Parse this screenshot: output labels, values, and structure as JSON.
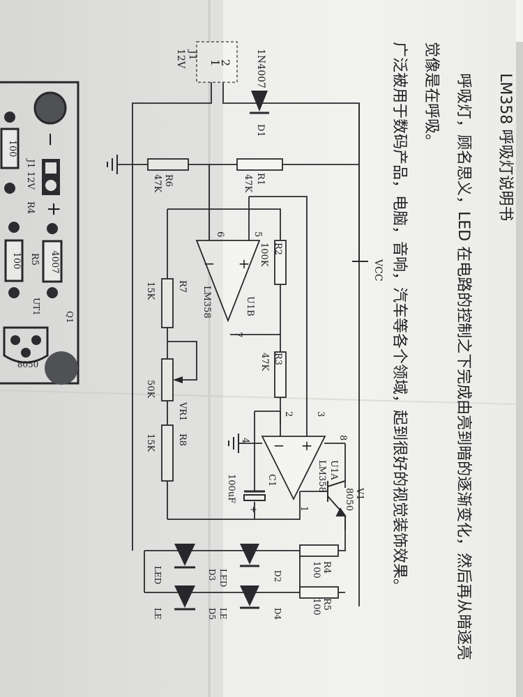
{
  "document": {
    "title": "LM358 呼吸灯说明书",
    "text_lines": [
      "呼吸灯，顾名思义，LED 在电路的控制之下完成由亮到暗的逐渐变化，然后再从暗逐亮",
      "觉像是在呼吸。",
      "广泛被用于数码产品，电脑，音响，汽车等各个领域，起到很好的视觉装饰效果。"
    ]
  },
  "schematic": {
    "power_label": "12V",
    "connector": {
      "ref": "J1",
      "pins": [
        "2",
        "1"
      ]
    },
    "vcc_label": "VCC",
    "diode": {
      "part": "1N4007",
      "ref": "D1"
    },
    "u1b": {
      "ref": "U1B",
      "part": "LM358",
      "pin_minus": "6",
      "pin_plus": "5",
      "pin_out": "7",
      "sign_minus": "−",
      "sign_plus": "+"
    },
    "u1a": {
      "ref": "U1A",
      "part": "LM358",
      "pin_minus": "2",
      "pin_plus": "3",
      "pin_out": "1",
      "pin_v8": "8",
      "pin_gnd": "4",
      "sign_minus": "−",
      "sign_plus": "+"
    },
    "resistors": {
      "r1": {
        "ref": "R1",
        "value": "47K"
      },
      "r2": {
        "ref": "R2",
        "value": "100K"
      },
      "r3": {
        "ref": "R3",
        "value": "47K"
      },
      "r4": {
        "ref": "R4",
        "value": "100"
      },
      "r5": {
        "ref": "R5",
        "value": "100"
      },
      "r6": {
        "ref": "R6",
        "value": "47K"
      },
      "r7": {
        "ref": "R7",
        "value": "15K"
      },
      "r8": {
        "ref": "R8",
        "value": "15K"
      }
    },
    "vr1": {
      "ref": "VR1",
      "value": "50K"
    },
    "c1": {
      "ref": "C1",
      "value": "100uF",
      "plus": "+"
    },
    "transistor": {
      "ref": "V1",
      "part": "8050"
    },
    "leds": {
      "d2": {
        "label": "LED",
        "ref": "D2"
      },
      "d3": {
        "label": "LED",
        "ref": "D3"
      },
      "d4": {
        "label": "LE",
        "ref": "D4"
      },
      "d5": {
        "label": "LE",
        "ref": "D5"
      },
      "d6": {
        "label": "LED"
      },
      "d7": {
        "label": "LE"
      }
    }
  },
  "pcb": {
    "labels": {
      "j1": "J1 12V",
      "r4": "R4",
      "r5": "R5",
      "r_box_left": "100",
      "r5_box": "100",
      "d1_box": "4007",
      "q1": "Q1",
      "ut1": "UT1",
      "transistor": "8050",
      "minus": "−",
      "plus": "+"
    }
  }
}
